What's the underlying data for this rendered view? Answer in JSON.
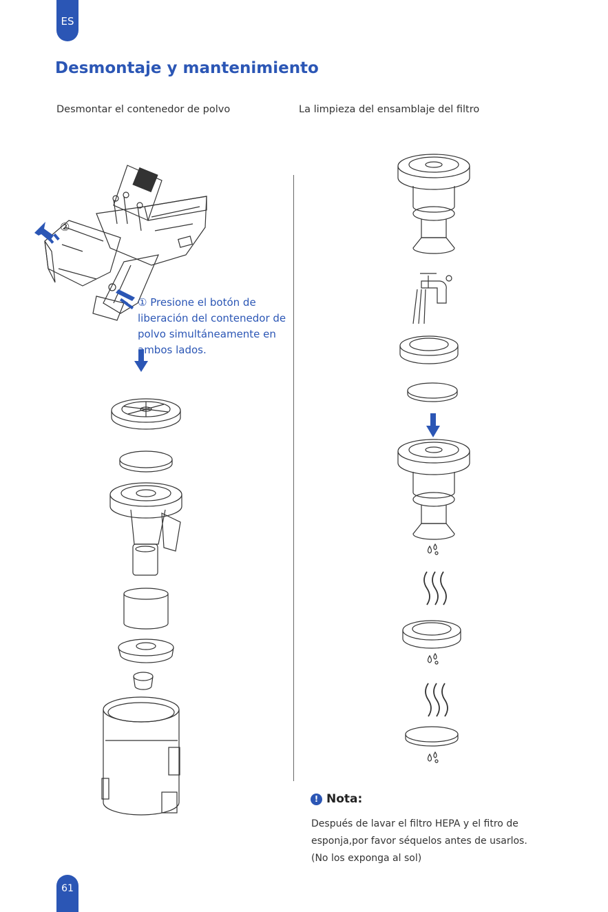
{
  "page": {
    "lang": "ES",
    "page_number": "61",
    "title": "Desmontaje y mantenimiento"
  },
  "left_column": {
    "heading": "Desmontar el contenedor de polvo",
    "step2_marker": "②",
    "instruction": "① Presione el botón de liberación del contenedor de polvo simultáneamente en ambos lados."
  },
  "right_column": {
    "heading": "La limpieza del ensamblaje del filtro"
  },
  "note": {
    "icon": "!",
    "title": "Nota:",
    "lines": [
      "Después de lavar el filtro HEPA y el fitro de",
      "esponja,por favor séquelos antes de usarlos.",
      "(No los exponga al sol)"
    ]
  },
  "colors": {
    "accent": "#2b56b5",
    "text": "#333333",
    "line": "#333333"
  }
}
